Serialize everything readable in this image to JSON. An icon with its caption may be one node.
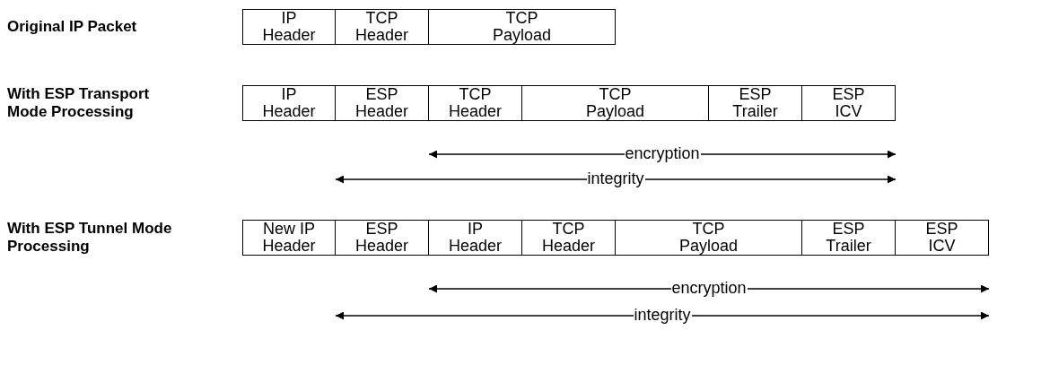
{
  "diagram": {
    "nodes": [
      {
        "text": [
          "IP Header"
        ]
      },
      {
        "text": [
          "TCP Header"
        ]
      },
      {
        "text": [
          "TCP Payload"
        ]
      },
      {
        "text": [
          "IP Header"
        ]
      },
      {
        "text": [
          "ESP Header"
        ]
      },
      {
        "text": [
          "TCP Header"
        ]
      },
      {
        "text": [
          "TCP Payload"
        ]
      },
      {
        "text": [
          "ESP Trailer"
        ]
      },
      {
        "text": [
          "ESP ICV"
        ]
      },
      {
        "text": [
          "New IP Header"
        ]
      },
      {
        "text": [
          "ESP Header"
        ]
      },
      {
        "text": [
          "IP Header"
        ]
      },
      {
        "text": [
          "TCP Header"
        ]
      },
      {
        "text": [
          "TCP Payload"
        ]
      },
      {
        "text": [
          "ESP Trailer"
        ]
      },
      {
        "text": [
          "ESP ICV"
        ]
      }
    ],
    "labels": [
      "Original IP Packet",
      "With ESP Transport Mode Processing",
      "encryption",
      "integrity",
      "With ESP Tunnel Mode Processing",
      "encryption",
      "integrity"
    ]
  }
}
